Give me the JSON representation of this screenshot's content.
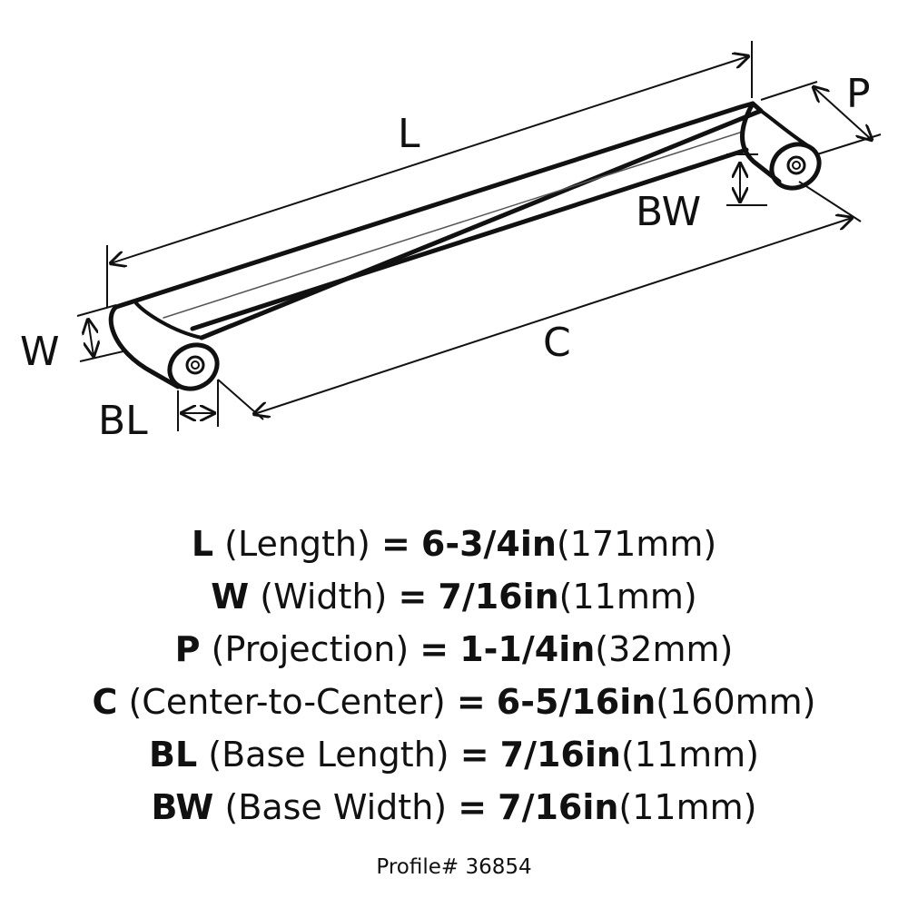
{
  "diagram": {
    "labels": {
      "L": "L",
      "P": "P",
      "BW": "BW",
      "W": "W",
      "C": "C",
      "BL": "BL"
    }
  },
  "specs": [
    {
      "code": "L",
      "name": "(Length)",
      "eq": "=",
      "imperial": "6-3/4in",
      "metric": "(171mm)"
    },
    {
      "code": "W",
      "name": "(Width)",
      "eq": "=",
      "imperial": "7/16in",
      "metric": "(11mm)"
    },
    {
      "code": "P",
      "name": "(Projection)",
      "eq": "=",
      "imperial": "1-1/4in",
      "metric": "(32mm)"
    },
    {
      "code": "C",
      "name": "(Center-to-Center)",
      "eq": "=",
      "imperial": "6-5/16in",
      "metric": "(160mm)"
    },
    {
      "code": "BL",
      "name": "(Base Length)",
      "eq": "=",
      "imperial": "7/16in",
      "metric": "(11mm)"
    },
    {
      "code": "BW",
      "name": "(Base Width)",
      "eq": "=",
      "imperial": "7/16in",
      "metric": "(11mm)"
    }
  ],
  "profile": "Profile# 36854"
}
